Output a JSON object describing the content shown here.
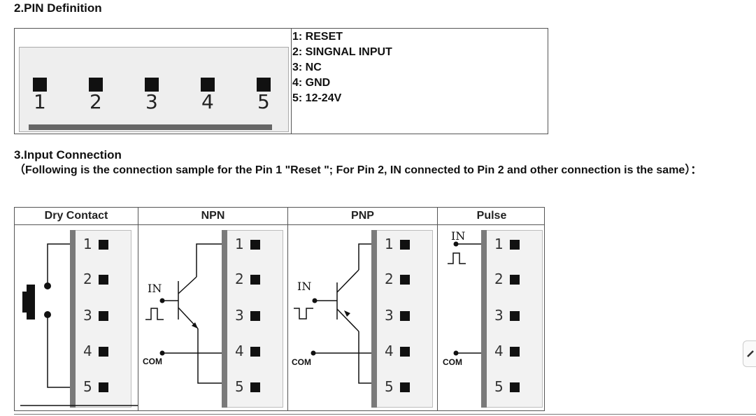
{
  "section2": {
    "title": "2.PIN Definition",
    "pin_numbers": [
      "1",
      "2",
      "3",
      "4",
      "5"
    ],
    "pins": [
      "1: RESET",
      "2: SINGNAL INPUT",
      "3: NC",
      "4: GND",
      "5: 12-24V"
    ]
  },
  "section3": {
    "title": "3.Input Connection",
    "description": "（Following is the connection sample for the Pin 1 \"Reset \"; For Pin 2, IN connected to Pin 2 and other connection is the same）："
  },
  "diagrams": {
    "headers": [
      "Dry Contact",
      "NPN",
      "PNP",
      "Pulse"
    ],
    "pin_labels": [
      "1",
      "2",
      "3",
      "4",
      "5"
    ],
    "in_label": "IN",
    "com_label": "COM"
  },
  "icons": [
    "push-button-icon",
    "transistor-icon",
    "pulse-wave-icon",
    "scroll-arrow-icon"
  ]
}
